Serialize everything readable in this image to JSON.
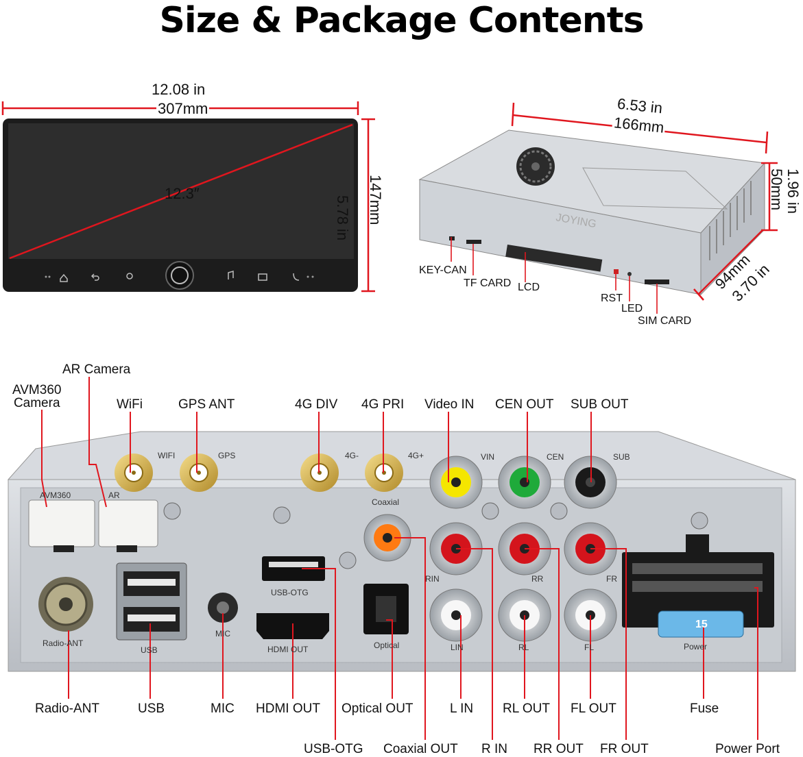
{
  "title": "Size & Package Contents",
  "screen": {
    "width_in": "12.08 in",
    "width_mm": "307mm",
    "height_in": "5.78 in",
    "height_mm": "147mm",
    "diagonal": "12.3″"
  },
  "box": {
    "width_in": "6.53 in",
    "width_mm": "166mm",
    "height_in": "1.96 in",
    "height_mm": "50mm",
    "depth_mm": "94mm",
    "depth_in": "3.70 in",
    "brand": "JOYING",
    "ports": [
      "KEY-CAN",
      "TF CARD",
      "LCD",
      "RST",
      "LED",
      "SIM CARD"
    ]
  },
  "rear_labels": {
    "top": {
      "avm360": "AVM360\nCamera",
      "ar": "AR Camera",
      "wifi": "WiFi",
      "gps": "GPS ANT",
      "div4g": "4G DIV",
      "pri4g": "4G PRI",
      "vin": "Video IN",
      "cen": "CEN OUT",
      "sub": "SUB OUT"
    },
    "bottom1": {
      "radio": "Radio-ANT",
      "usb": "USB",
      "mic": "MIC",
      "hdmi": "HDMI OUT",
      "optical": "Optical OUT",
      "lin": "L IN",
      "rl": "RL OUT",
      "fl": "FL OUT",
      "fuse": "Fuse"
    },
    "bottom2": {
      "usbotg": "USB-OTG",
      "coaxial": "Coaxial OUT",
      "rin": "R IN",
      "rr": "RR OUT",
      "fr": "FR OUT",
      "power": "Power Port"
    }
  },
  "panel_prints": {
    "wifi": "WIFI",
    "gps": "GPS",
    "g4minus": "4G-",
    "g4plus": "4G+",
    "vin": "VIN",
    "cen": "CEN",
    "sub": "SUB",
    "avm360": "AVM360",
    "ar": "AR",
    "coaxial": "Coaxial",
    "usbotg": "USB-OTG",
    "rin": "RIN",
    "rr": "RR",
    "fr": "FR",
    "radio": "Radio-ANT",
    "usb": "USB",
    "mic": "MIC",
    "hdmi": "HDMI OUT",
    "optical": "Optical",
    "lin": "LIN",
    "rl": "RL",
    "fl": "FL",
    "power": "Power",
    "fuse_rating": "15"
  },
  "colors": {
    "dim_line": "#e0161e",
    "screen": "#2a2a2a",
    "metal": "#c9ccd1",
    "rca_yellow": "#f5e600",
    "rca_green": "#1faa3a",
    "rca_red": "#d4141c",
    "rca_orange": "#ff7a12",
    "fuse": "#6bb8e8"
  }
}
